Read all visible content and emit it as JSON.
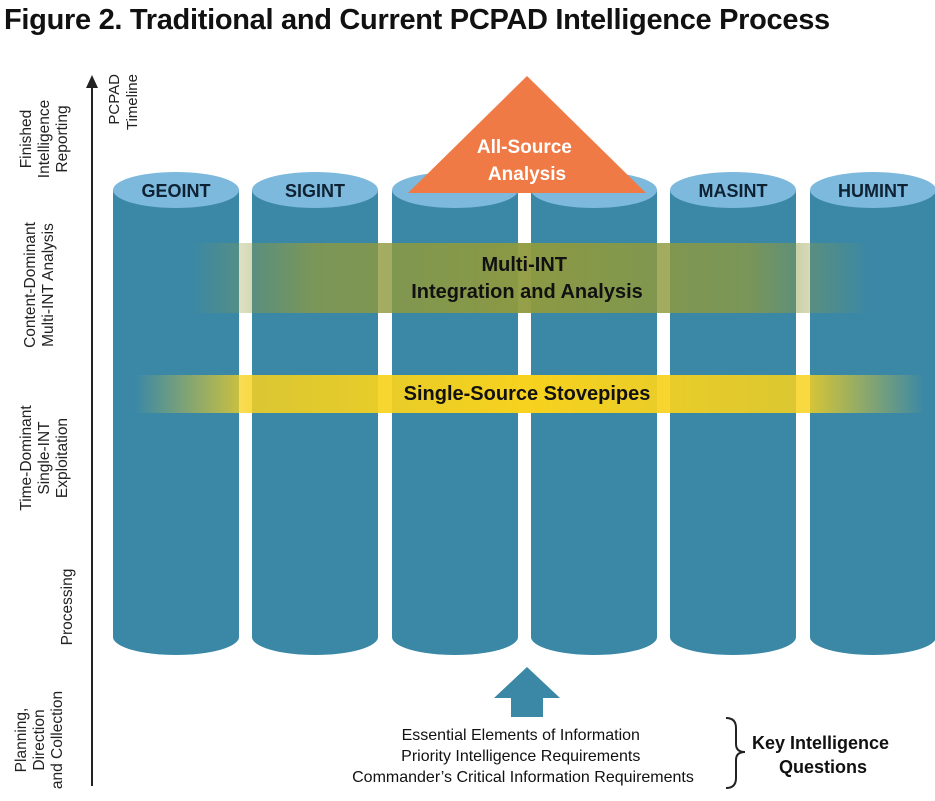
{
  "title": "Figure 2. Traditional and Current PCPAD Intelligence Process",
  "timeline_label": [
    "PCPAD",
    "Timeline"
  ],
  "stages": [
    {
      "lines": [
        "Finished",
        "Intelligence",
        "Reporting"
      ]
    },
    {
      "lines": [
        "Content-Dominant",
        "Multi-INT Analysis"
      ]
    },
    {
      "lines": [
        "Time-Dominant",
        "Single-INT",
        "Exploitation"
      ]
    },
    {
      "lines": [
        "Processing"
      ]
    },
    {
      "lines": [
        "Planning,",
        "Direction",
        "and Collection"
      ]
    }
  ],
  "disciplines": [
    "GEOINT",
    "SIGINT",
    "",
    "",
    "MASINT",
    "HUMINT"
  ],
  "all_source": [
    "All-Source",
    "Analysis"
  ],
  "multi_int": [
    "Multi-INT",
    "Integration and Analysis"
  ],
  "single_source": "Single-Source Stovepipes",
  "requirements": [
    "Essential Elements of Information",
    "Priority Intelligence Requirements",
    "Commander’s Critical Information Requirements"
  ],
  "kiq": [
    "Key Intelligence",
    "Questions"
  ],
  "colors": {
    "cylinder_body": "#3a88a6",
    "cylinder_top": "#7db8dd",
    "triangle": "#ef7a45",
    "multi_band": "#8f9a3e",
    "single_band": "#f7d21e",
    "up_arrow": "#3a88a6"
  }
}
